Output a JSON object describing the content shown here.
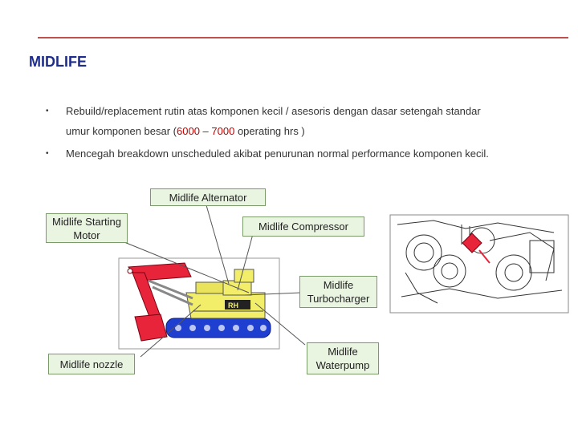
{
  "slide": {
    "title": "MIDLIFE",
    "bullets": {
      "b1_line1": "Rebuild/replacement rutin atas komponen kecil / asesoris dengan dasar setengah standar",
      "b1_line2_pre": "umur komponen besar  (",
      "b1_hours_from": "6000",
      "b1_dash": " – ",
      "b1_hours_to": "7000",
      "b1_line2_post": " operating hrs )",
      "b2": "Mencegah breakdown unscheduled akibat penurunan normal performance komponen kecil.",
      "dot": "•"
    },
    "callouts": {
      "alternator": "Midlife Alternator",
      "starting_motor_1": "Midlife Starting",
      "starting_motor_2": "Motor",
      "compressor": "Midlife Compressor",
      "turbo_1": "Midlife",
      "turbo_2": "Turbocharger",
      "nozzle": "Midlife nozzle",
      "waterpump_1": "Midlife",
      "waterpump_2": "Waterpump"
    },
    "machine_badge": "RH",
    "colors": {
      "accent": "#c0504d",
      "title": "#1f2d8a",
      "callout_bg": "#e9f4e1",
      "highlight": "#c00000"
    }
  }
}
